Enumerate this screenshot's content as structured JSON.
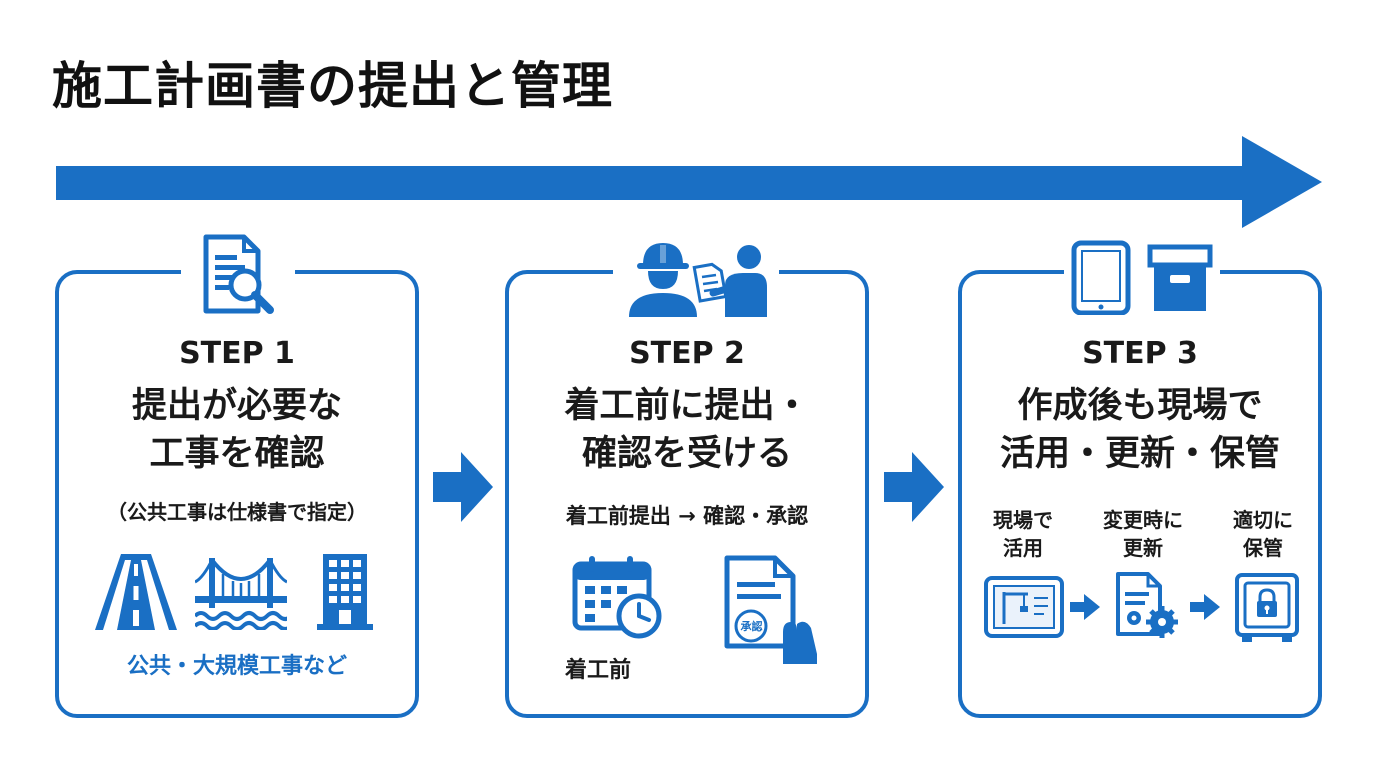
{
  "title": "施工計画書の提出と管理",
  "colors": {
    "accent": "#1a6fc4",
    "text": "#1a1a1a",
    "background": "#ffffff"
  },
  "steps": [
    {
      "label": "STEP 1",
      "heading": [
        "提出が必要な",
        "工事を確認"
      ],
      "note": "（公共工事は仕様書で指定）",
      "tag": "公共・大規模工事など",
      "icons": [
        "document-search-icon",
        "road-icon",
        "bridge-icon",
        "building-icon"
      ]
    },
    {
      "label": "STEP 2",
      "heading": [
        "着工前に提出・",
        "確認を受ける"
      ],
      "flow": "着工前提出 → 確認・承認",
      "calendar_label": "着工前",
      "stamp": "承認",
      "icons": [
        "worker-icon",
        "document-handover-icon",
        "calendar-clock-icon",
        "approved-document-icon"
      ]
    },
    {
      "label": "STEP 3",
      "heading": [
        "作成後も現場で",
        "活用・更新・保管"
      ],
      "stages": [
        {
          "lines": [
            "現場で",
            "活用"
          ],
          "icon": "tablet-blueprint-icon"
        },
        {
          "lines": [
            "変更時に",
            "更新"
          ],
          "icon": "document-gear-icon"
        },
        {
          "lines": [
            "適切に",
            "保管"
          ],
          "icon": "safe-icon"
        }
      ],
      "icons": [
        "tablet-icon",
        "archive-box-icon"
      ]
    }
  ]
}
